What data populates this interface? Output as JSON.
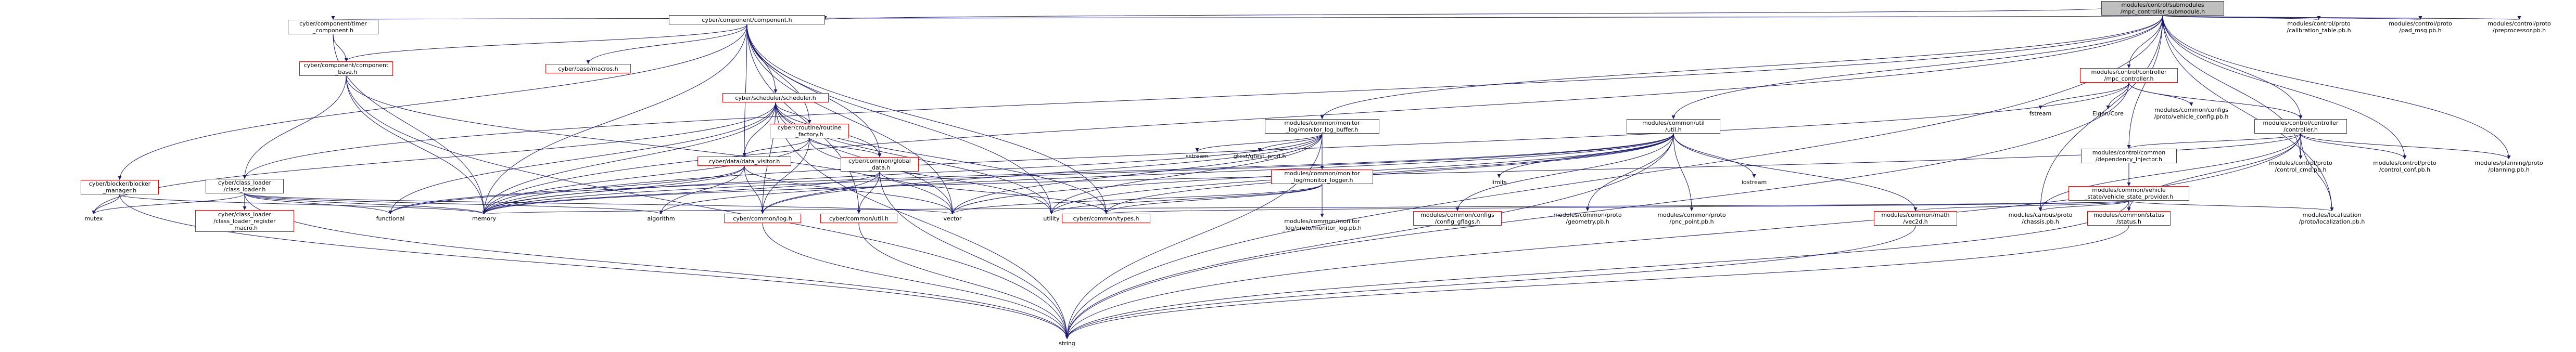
{
  "diagram": {
    "root": {
      "id": "root",
      "lines": [
        "modules/control/submodules",
        "/mpc_controller_submodule.h"
      ]
    },
    "nodes": [
      {
        "id": "root",
        "lines": [
          "modules/control/submodules",
          "/mpc_controller_submodule.h"
        ],
        "kind": "root"
      },
      {
        "id": "timer",
        "lines": [
          "cyber/component/timer",
          "_component.h"
        ],
        "kind": "black"
      },
      {
        "id": "component",
        "lines": [
          "cyber/component/component.h"
        ],
        "kind": "black"
      },
      {
        "id": "component_base",
        "lines": [
          "cyber/component/component",
          "_base.h"
        ],
        "kind": "red"
      },
      {
        "id": "macros",
        "lines": [
          "cyber/base/macros.h"
        ],
        "kind": "red"
      },
      {
        "id": "scheduler",
        "lines": [
          "cyber/scheduler/scheduler.h"
        ],
        "kind": "red"
      },
      {
        "id": "routine_factory",
        "lines": [
          "cyber/croutine/routine",
          "_factory.h"
        ],
        "kind": "red"
      },
      {
        "id": "data_visitor",
        "lines": [
          "cyber/data/data_visitor.h"
        ],
        "kind": "red"
      },
      {
        "id": "global_data",
        "lines": [
          "cyber/common/global",
          "_data.h"
        ],
        "kind": "red"
      },
      {
        "id": "blocker_manager",
        "lines": [
          "cyber/blocker/blocker",
          "_manager.h"
        ],
        "kind": "red"
      },
      {
        "id": "class_loader",
        "lines": [
          "cyber/class_loader",
          "/class_loader.h"
        ],
        "kind": "black"
      },
      {
        "id": "class_loader_register",
        "lines": [
          "cyber/class_loader",
          "/class_loader_register",
          "_macro.h"
        ],
        "kind": "red"
      },
      {
        "id": "cyber_log",
        "lines": [
          "cyber/common/log.h"
        ],
        "kind": "red"
      },
      {
        "id": "cyber_util",
        "lines": [
          "cyber/common/util.h"
        ],
        "kind": "red"
      },
      {
        "id": "cyber_types",
        "lines": [
          "cyber/common/types.h"
        ],
        "kind": "red"
      },
      {
        "id": "monitor_log_buffer",
        "lines": [
          "modules/common/monitor",
          "_log/monitor_log_buffer.h"
        ],
        "kind": "black"
      },
      {
        "id": "monitor_logger",
        "lines": [
          "modules/common/monitor",
          "_log/monitor_logger.h"
        ],
        "kind": "red"
      },
      {
        "id": "monitor_log_pb",
        "lines": [
          "modules/common/monitor",
          "_log/proto/monitor_log.pb.h"
        ],
        "kind": "plain"
      },
      {
        "id": "common_util",
        "lines": [
          "modules/common/util",
          "/util.h"
        ],
        "kind": "black"
      },
      {
        "id": "config_gflags",
        "lines": [
          "modules/common/configs",
          "/config_gflags.h"
        ],
        "kind": "red"
      },
      {
        "id": "geometry_pb",
        "lines": [
          "modules/common/proto",
          "/geometry.pb.h"
        ],
        "kind": "plain"
      },
      {
        "id": "pnc_point_pb",
        "lines": [
          "modules/common/proto",
          "/pnc_point.pb.h"
        ],
        "kind": "plain"
      },
      {
        "id": "vec2d",
        "lines": [
          "modules/common/math",
          "/vec2d.h"
        ],
        "kind": "red"
      },
      {
        "id": "chassis_pb",
        "lines": [
          "modules/canbus/proto",
          "/chassis.pb.h"
        ],
        "kind": "plain"
      },
      {
        "id": "mpc_controller",
        "lines": [
          "modules/control/controller",
          "/mpc_controller.h"
        ],
        "kind": "red"
      },
      {
        "id": "controller",
        "lines": [
          "modules/control/controller",
          "/controller.h"
        ],
        "kind": "black"
      },
      {
        "id": "dependency_injector",
        "lines": [
          "modules/control/common",
          "/dependency_injector.h"
        ],
        "kind": "black"
      },
      {
        "id": "vehicle_state_provider",
        "lines": [
          "modules/common/vehicle",
          "_state/vehicle_state_provider.h"
        ],
        "kind": "red"
      },
      {
        "id": "status",
        "lines": [
          "modules/common/status",
          "/status.h"
        ],
        "kind": "red"
      },
      {
        "id": "localization_pb",
        "lines": [
          "modules/localization",
          "/proto/localization.pb.h"
        ],
        "kind": "plain"
      },
      {
        "id": "control_cmd_pb",
        "lines": [
          "modules/control/proto",
          "/control_cmd.pb.h"
        ],
        "kind": "plain"
      },
      {
        "id": "control_conf_pb",
        "lines": [
          "modules/control/proto",
          "/control_conf.pb.h"
        ],
        "kind": "plain"
      },
      {
        "id": "planning_pb",
        "lines": [
          "modules/planning/proto",
          "/planning.pb.h"
        ],
        "kind": "plain"
      },
      {
        "id": "vehicle_config_pb",
        "lines": [
          "modules/common/configs",
          "/proto/vehicle_config.pb.h"
        ],
        "kind": "plain"
      },
      {
        "id": "calibration_table_pb",
        "lines": [
          "modules/control/proto",
          "/calibration_table.pb.h"
        ],
        "kind": "plain"
      },
      {
        "id": "pad_msg_pb",
        "lines": [
          "modules/control/proto",
          "/pad_msg.pb.h"
        ],
        "kind": "plain"
      },
      {
        "id": "preprocessor_pb",
        "lines": [
          "modules/control/proto",
          "/preprocessor.pb.h"
        ],
        "kind": "plain"
      },
      {
        "id": "fstream",
        "lines": [
          "fstream"
        ],
        "kind": "plain"
      },
      {
        "id": "eigen_core",
        "lines": [
          "Eigen/Core"
        ],
        "kind": "plain"
      },
      {
        "id": "sstream",
        "lines": [
          "sstream"
        ],
        "kind": "plain"
      },
      {
        "id": "gtest_prod",
        "lines": [
          "gtest/gtest_prod.h"
        ],
        "kind": "plain"
      },
      {
        "id": "limits",
        "lines": [
          "limits"
        ],
        "kind": "plain"
      },
      {
        "id": "iostream",
        "lines": [
          "iostream"
        ],
        "kind": "plain"
      },
      {
        "id": "mutex",
        "lines": [
          "mutex"
        ],
        "kind": "plain"
      },
      {
        "id": "functional",
        "lines": [
          "functional"
        ],
        "kind": "plain"
      },
      {
        "id": "memory",
        "lines": [
          "memory"
        ],
        "kind": "plain"
      },
      {
        "id": "algorithm",
        "lines": [
          "algorithm"
        ],
        "kind": "plain"
      },
      {
        "id": "vector",
        "lines": [
          "vector"
        ],
        "kind": "plain"
      },
      {
        "id": "utility",
        "lines": [
          "utility"
        ],
        "kind": "plain"
      },
      {
        "id": "string",
        "lines": [
          "string"
        ],
        "kind": "plain"
      }
    ],
    "edges": [
      [
        "root",
        "timer"
      ],
      [
        "root",
        "component"
      ],
      [
        "root",
        "monitor_log_buffer"
      ],
      [
        "root",
        "common_util"
      ],
      [
        "root",
        "mpc_controller"
      ],
      [
        "root",
        "controller"
      ],
      [
        "root",
        "dependency_injector"
      ],
      [
        "root",
        "chassis_pb"
      ],
      [
        "root",
        "control_cmd_pb"
      ],
      [
        "root",
        "control_conf_pb"
      ],
      [
        "root",
        "planning_pb"
      ],
      [
        "root",
        "calibration_table_pb"
      ],
      [
        "root",
        "pad_msg_pb"
      ],
      [
        "root",
        "preprocessor_pb"
      ],
      [
        "root",
        "class_loader"
      ],
      [
        "root",
        "memory"
      ],
      [
        "root",
        "string"
      ],
      [
        "root",
        "localization_pb"
      ],
      [
        "timer",
        "component_base"
      ],
      [
        "timer",
        "memory"
      ],
      [
        "component",
        "component_base"
      ],
      [
        "component",
        "macros"
      ],
      [
        "component",
        "scheduler"
      ],
      [
        "component",
        "routine_factory"
      ],
      [
        "component",
        "data_visitor"
      ],
      [
        "component",
        "global_data"
      ],
      [
        "component",
        "blocker_manager"
      ],
      [
        "component",
        "cyber_types"
      ],
      [
        "component",
        "cyber_util"
      ],
      [
        "component",
        "memory"
      ],
      [
        "component",
        "utility"
      ],
      [
        "component",
        "vector"
      ],
      [
        "component_base",
        "class_loader"
      ],
      [
        "component_base",
        "memory"
      ],
      [
        "component_base",
        "string"
      ],
      [
        "component_base",
        "vector"
      ],
      [
        "scheduler",
        "routine_factory"
      ],
      [
        "scheduler",
        "data_visitor"
      ],
      [
        "scheduler",
        "global_data"
      ],
      [
        "scheduler",
        "cyber_log"
      ],
      [
        "scheduler",
        "cyber_types"
      ],
      [
        "scheduler",
        "mutex"
      ],
      [
        "scheduler",
        "memory"
      ],
      [
        "scheduler",
        "string"
      ],
      [
        "scheduler",
        "vector"
      ],
      [
        "scheduler",
        "utility"
      ],
      [
        "scheduler",
        "functional"
      ],
      [
        "routine_factory",
        "data_visitor"
      ],
      [
        "routine_factory",
        "global_data"
      ],
      [
        "routine_factory",
        "cyber_log"
      ],
      [
        "routine_factory",
        "memory"
      ],
      [
        "routine_factory",
        "utility"
      ],
      [
        "data_visitor",
        "cyber_log"
      ],
      [
        "data_visitor",
        "memory"
      ],
      [
        "data_visitor",
        "algorithm"
      ],
      [
        "data_visitor",
        "functional"
      ],
      [
        "data_visitor",
        "vector"
      ],
      [
        "global_data",
        "cyber_log"
      ],
      [
        "global_data",
        "cyber_util"
      ],
      [
        "global_data",
        "cyber_types"
      ],
      [
        "global_data",
        "string"
      ],
      [
        "global_data",
        "memory"
      ],
      [
        "blocker_manager",
        "memory"
      ],
      [
        "blocker_manager",
        "mutex"
      ],
      [
        "blocker_manager",
        "string"
      ],
      [
        "class_loader",
        "class_loader_register"
      ],
      [
        "class_loader",
        "mutex"
      ],
      [
        "class_loader",
        "functional"
      ],
      [
        "class_loader",
        "memory"
      ],
      [
        "class_loader",
        "algorithm"
      ],
      [
        "class_loader",
        "vector"
      ],
      [
        "class_loader",
        "string"
      ],
      [
        "cyber_log",
        "string"
      ],
      [
        "cyber_util",
        "string"
      ],
      [
        "monitor_log_buffer",
        "monitor_logger"
      ],
      [
        "monitor_log_buffer",
        "monitor_log_pb"
      ],
      [
        "monitor_log_buffer",
        "sstream"
      ],
      [
        "monitor_log_buffer",
        "gtest_prod"
      ],
      [
        "monitor_log_buffer",
        "cyber_log"
      ],
      [
        "monitor_log_buffer",
        "memory"
      ],
      [
        "monitor_log_buffer",
        "string"
      ],
      [
        "monitor_log_buffer",
        "utility"
      ],
      [
        "monitor_log_buffer",
        "vector"
      ],
      [
        "monitor_logger",
        "cyber_types"
      ],
      [
        "monitor_logger",
        "monitor_log_pb"
      ],
      [
        "monitor_logger",
        "vector"
      ],
      [
        "monitor_logger",
        "utility"
      ],
      [
        "common_util",
        "config_gflags"
      ],
      [
        "common_util",
        "geometry_pb"
      ],
      [
        "common_util",
        "pnc_point_pb"
      ],
      [
        "common_util",
        "vec2d"
      ],
      [
        "common_util",
        "limits"
      ],
      [
        "common_util",
        "iostream"
      ],
      [
        "common_util",
        "cyber_types"
      ],
      [
        "common_util",
        "memory"
      ],
      [
        "common_util",
        "string"
      ],
      [
        "common_util",
        "utility"
      ],
      [
        "common_util",
        "vector"
      ],
      [
        "common_util",
        "algorithm"
      ],
      [
        "common_util",
        "functional"
      ],
      [
        "mpc_controller",
        "controller"
      ],
      [
        "mpc_controller",
        "fstream"
      ],
      [
        "mpc_controller",
        "eigen_core"
      ],
      [
        "mpc_controller",
        "vehicle_config_pb"
      ],
      [
        "mpc_controller",
        "memory"
      ],
      [
        "mpc_controller",
        "string"
      ],
      [
        "controller",
        "dependency_injector"
      ],
      [
        "controller",
        "control_cmd_pb"
      ],
      [
        "controller",
        "control_conf_pb"
      ],
      [
        "controller",
        "planning_pb"
      ],
      [
        "controller",
        "localization_pb"
      ],
      [
        "controller",
        "status"
      ],
      [
        "controller",
        "chassis_pb"
      ],
      [
        "controller",
        "memory"
      ],
      [
        "controller",
        "string"
      ],
      [
        "dependency_injector",
        "vehicle_state_provider"
      ],
      [
        "vehicle_state_provider",
        "vec2d"
      ],
      [
        "vehicle_state_provider",
        "status"
      ],
      [
        "vehicle_state_provider",
        "chassis_pb"
      ],
      [
        "vehicle_state_provider",
        "localization_pb"
      ],
      [
        "vehicle_state_provider",
        "memory"
      ],
      [
        "vehicle_state_provider",
        "string"
      ],
      [
        "vehicle_state_provider",
        "cyber_types"
      ],
      [
        "status",
        "string"
      ],
      [
        "vec2d",
        "string"
      ]
    ]
  }
}
